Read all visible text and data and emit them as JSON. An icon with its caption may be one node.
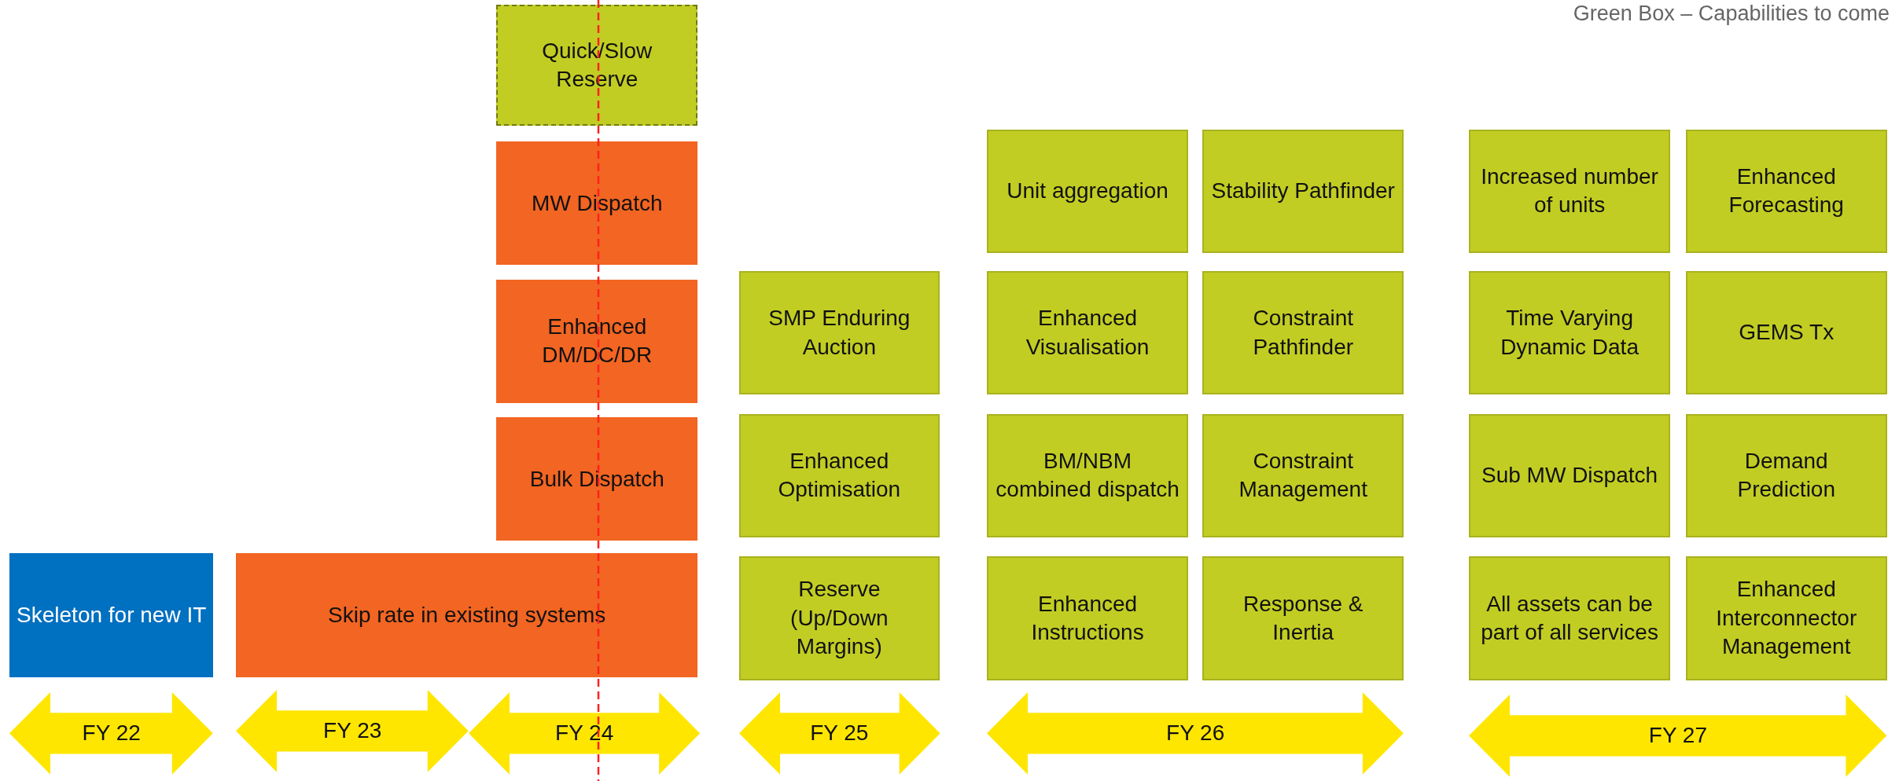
{
  "diagram": {
    "nodes": [
      {
        "text": [
          "Quick/Slow Reserve"
        ]
      },
      {
        "text": [
          "MW Dispatch"
        ]
      },
      {
        "text": [
          "Unit aggregation"
        ]
      },
      {
        "text": [
          "Stability Pathfinder"
        ]
      },
      {
        "text": [
          "Increased number of units"
        ]
      },
      {
        "text": [
          "Enhanced Forecasting"
        ]
      },
      {
        "text": [
          "Enhanced DM/DC/DR"
        ]
      },
      {
        "text": [
          "SMP Enduring Auction"
        ]
      },
      {
        "text": [
          "Enhanced Visualisation"
        ]
      },
      {
        "text": [
          "Constraint Pathfinder"
        ]
      },
      {
        "text": [
          "Time Varying Dynamic Data"
        ]
      },
      {
        "text": [
          "GEMS Tx"
        ]
      },
      {
        "text": [
          "Bulk Dispatch"
        ]
      },
      {
        "text": [
          "Enhanced Optimisation"
        ]
      },
      {
        "text": [
          "BM/NBM combined dispatch"
        ]
      },
      {
        "text": [
          "Constraint Management"
        ]
      },
      {
        "text": [
          "Sub MW Dispatch"
        ]
      },
      {
        "text": [
          "Demand Prediction"
        ]
      },
      {
        "text": [
          "Skeleton for new IT"
        ]
      },
      {
        "text": [
          "Skip rate in existing systems"
        ]
      },
      {
        "text": [
          "Reserve (Up/Down Margins)"
        ]
      },
      {
        "text": [
          "Enhanced Instructions"
        ]
      },
      {
        "text": [
          "Response & Inertia"
        ]
      },
      {
        "text": [
          "All assets can be part of all services"
        ]
      },
      {
        "text": [
          "Enhanced Interconnector Management"
        ]
      },
      {
        "text": [
          "FY 22"
        ]
      },
      {
        "text": [
          "FY 23"
        ]
      },
      {
        "text": [
          "FY 24"
        ]
      },
      {
        "text": [
          "FY 25"
        ]
      },
      {
        "text": [
          "FY 26"
        ]
      },
      {
        "text": [
          "FY 27"
        ]
      }
    ],
    "edges": [],
    "labels": [
      "Green Box – Capabilities to come"
    ]
  }
}
